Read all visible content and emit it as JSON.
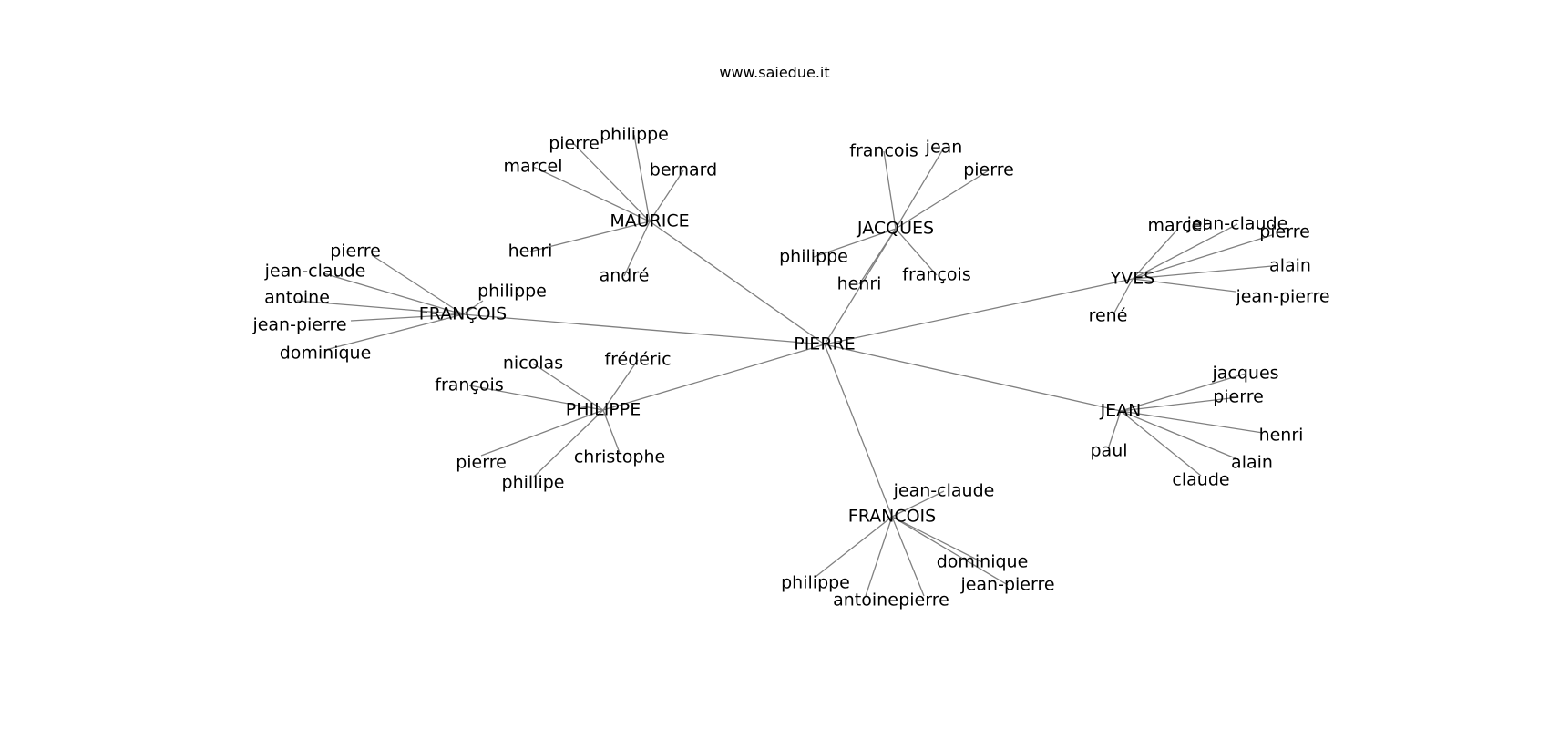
{
  "watermark": "www.saiedue.it",
  "colors": {
    "edge": "#808080",
    "text": "#000000",
    "background": "#ffffff"
  },
  "graph": {
    "root": "PIERRE",
    "hubs": [
      {
        "name": "MAURICE",
        "children": [
          "pierre",
          "philippe",
          "marcel",
          "bernard",
          "henri",
          "andré"
        ]
      },
      {
        "name": "JACQUES",
        "children": [
          "francois",
          "jean",
          "pierre",
          "philippe",
          "henri",
          "françois"
        ]
      },
      {
        "name": "FRANÇOIS",
        "children": [
          "pierre",
          "jean-claude",
          "antoine",
          "philippe",
          "jean-pierre",
          "dominique"
        ]
      },
      {
        "name": "YVES",
        "children": [
          "marcel",
          "jean-claude",
          "pierre",
          "alain",
          "jean-pierre",
          "rené"
        ]
      },
      {
        "name": "PHILIPPE",
        "children": [
          "nicolas",
          "frédéric",
          "françois",
          "pierre",
          "christophe",
          "phillipe"
        ]
      },
      {
        "name": "JEAN",
        "children": [
          "jacques",
          "pierre",
          "henri",
          "paul",
          "alain",
          "claude"
        ]
      },
      {
        "name": "FRANCOIS",
        "children": [
          "jean-claude",
          "dominique",
          "jean-pierre",
          "philippe",
          "antoine",
          "pierre"
        ]
      }
    ]
  }
}
